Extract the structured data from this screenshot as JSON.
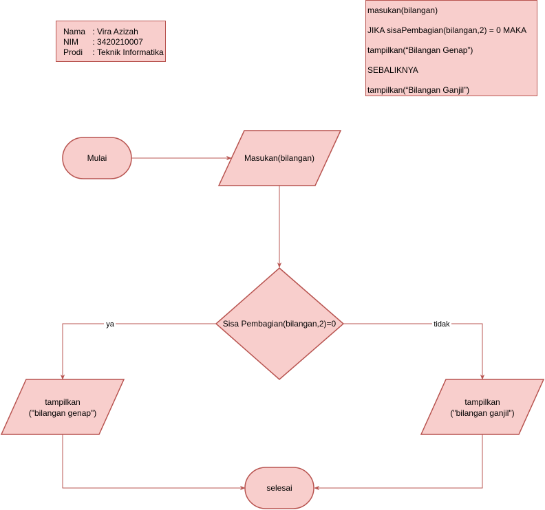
{
  "info": {
    "rows": [
      {
        "key": "Nama",
        "sep": " : ",
        "value": "Vira Azizah"
      },
      {
        "key": "NIM",
        "sep": " : ",
        "value": "3420210007"
      },
      {
        "key": "Prodi",
        "sep": " : ",
        "value": "Teknik Informatika"
      }
    ]
  },
  "pseudocode": [
    "masukan(bilangan)",
    "JIKA sisaPembagian(bilangan,2) = 0 MAKA",
    "tampilkan(“Bilangan Genap”)",
    "SEBALIKNYA",
    "tampilkan(“Bilangan Ganjil”)"
  ],
  "flowchart": {
    "start": "Mulai",
    "input": "Masukan(bilangan)",
    "decision": "Sisa Pembagian(bilangan,2)=0",
    "yes_label": "ya",
    "no_label": "tidak",
    "out_even": [
      "tampilkan",
      "(\"bilangan genap\")"
    ],
    "out_odd": [
      "tampilkan",
      "(\"bilangan ganjil\")"
    ],
    "end": "selesai"
  },
  "colors": {
    "fill": "#f8cecc",
    "stroke": "#b85450"
  }
}
